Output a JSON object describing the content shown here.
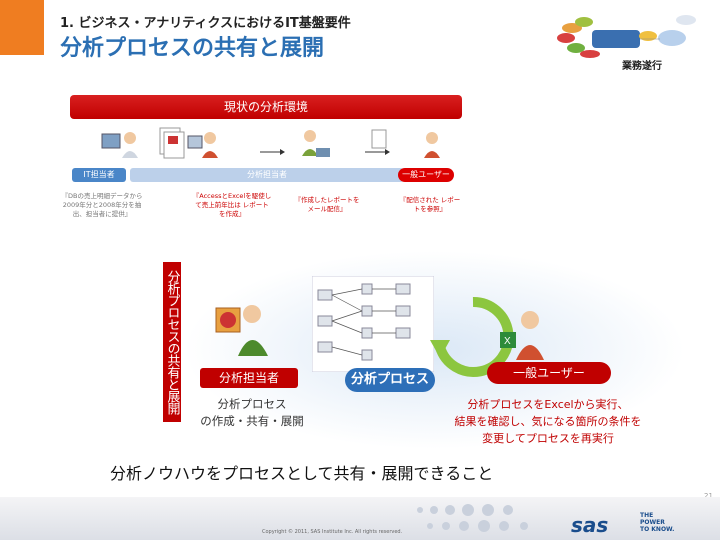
{
  "header": {
    "subtitle": "1. ビジネス・アナリティクスにおけるIT基盤要件",
    "title": "分析プロセスの共有と展開",
    "business_label": "業務遂行"
  },
  "current_env": {
    "banner": "現状の分析環境",
    "roles": {
      "it": "IT担当者",
      "analyst": "分析担当者",
      "user": "一般ユーザー"
    },
    "notes": {
      "it": "『DBの売上明細データから2009年分と2008年分を抽出、担当者に提供』",
      "analyst": "『AccessとExcelを駆使して売上前年比は レポートを作成』",
      "mail": "『作成したレポートを メール配信』",
      "user": "『配信された レポートを参照』"
    }
  },
  "shared": {
    "vertical_banner": "分析プロセスの共有と展開",
    "analyst_label": "分析担当者",
    "analyst_desc_line1": "分析プロセス",
    "analyst_desc_line2": "の作成・共有・展開",
    "process_label": "分析プロセス",
    "user_label": "一般ユーザー",
    "user_desc_line1": "分析プロセスをExcelから実行、",
    "user_desc_line2": "結果を確認し、気になる箇所の条件を",
    "user_desc_line3": "変更してプロセスを再実行"
  },
  "conclusion": "分析ノウハウをプロセスとして共有・展開できること",
  "footer": {
    "page_number": "21",
    "copyright": "Copyright © 2011, SAS Institute Inc. All rights reserved.",
    "logo": "sas",
    "tagline_1": "THE",
    "tagline_2": "POWER",
    "tagline_3": "TO KNOW."
  },
  "colors": {
    "accent_orange": "#ef7d21",
    "title_blue": "#2b6fb3",
    "banner_red": "#c00000",
    "process_blue": "#2d6fb8"
  }
}
